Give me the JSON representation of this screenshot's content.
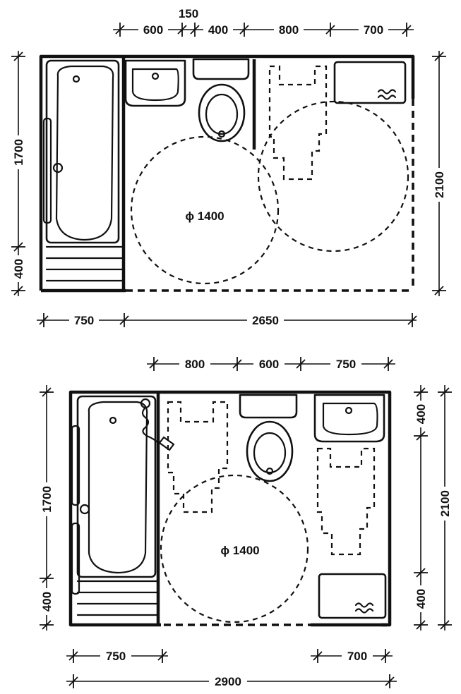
{
  "plan_top": {
    "top_dims": {
      "d1": "600",
      "d2": "150",
      "d3": "400",
      "d4": "800",
      "d5": "700"
    },
    "left_dims": {
      "d1": "1700",
      "d2": "400"
    },
    "right_dim": "2100",
    "bottom_dims": {
      "d1": "750",
      "d2": "2650"
    },
    "circle_label": "ϕ 1400"
  },
  "plan_bottom": {
    "top_dims": {
      "d1": "800",
      "d2": "600",
      "d3": "750"
    },
    "left_dims": {
      "d1": "1700",
      "d2": "400"
    },
    "right_dims": {
      "d1": "400",
      "d2": "2100",
      "d3": "400"
    },
    "bottom_dims": {
      "d1": "750",
      "d2": "700",
      "d3": "2900"
    },
    "circle_label": "ϕ 1400"
  }
}
